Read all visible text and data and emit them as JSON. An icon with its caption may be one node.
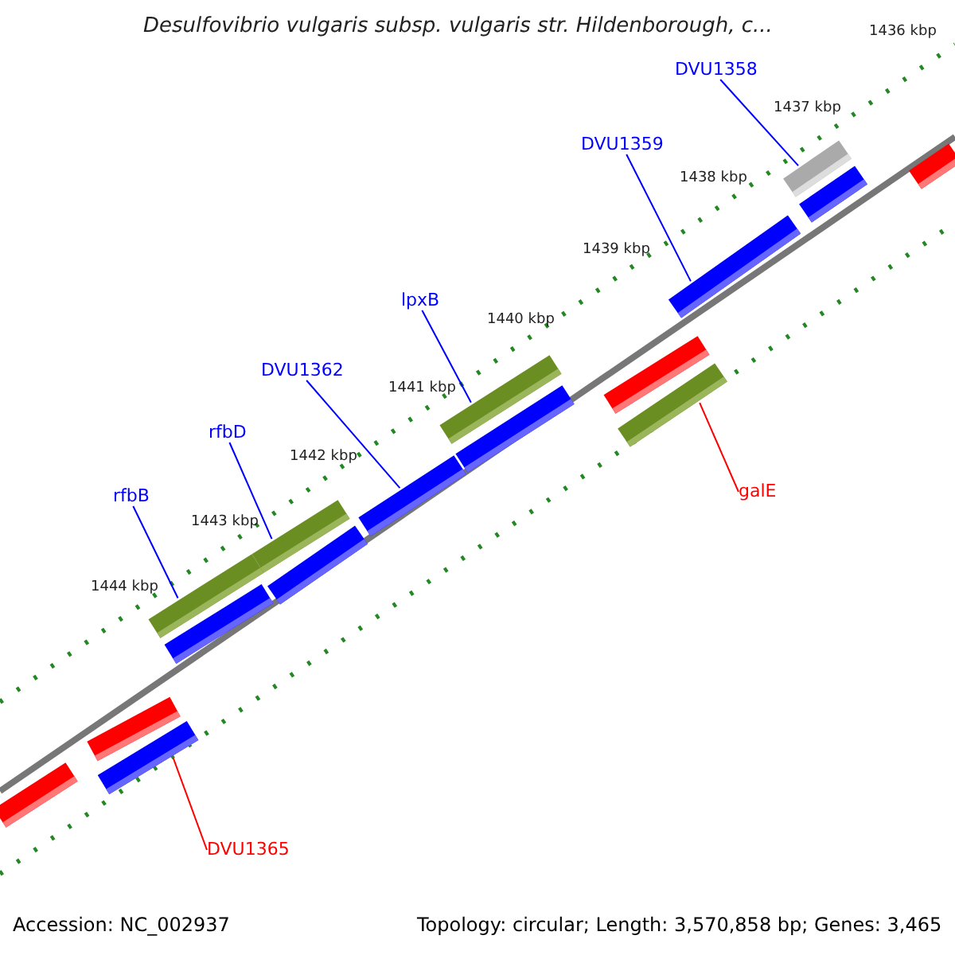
{
  "diagram": {
    "title": "Desulfovibrio vulgaris subsp. vulgaris str. Hildenborough, c...",
    "nodes": [
      {
        "text": [
          "DVU1358"
        ]
      },
      {
        "text": [],
        "shape": "bar"
      },
      {
        "text": [
          "DVU1359"
        ]
      },
      {
        "text": [],
        "shape": "bar"
      },
      {
        "text": [
          "lpxB"
        ]
      },
      {
        "text": [],
        "shape": "bar"
      },
      {
        "text": [
          "DVU1362"
        ]
      },
      {
        "text": [],
        "shape": "bar"
      },
      {
        "text": [
          "rfbD"
        ]
      },
      {
        "text": [],
        "shape": "bar"
      },
      {
        "text": [
          "galE"
        ]
      },
      {
        "text": [],
        "shape": "bar"
      },
      {
        "text": [
          "rfbB"
        ]
      },
      {
        "text": [],
        "shape": "bar"
      },
      {
        "text": [
          "DVU1365"
        ]
      },
      {
        "text": [],
        "shape": "bar"
      }
    ],
    "edges": [
      {
        "from": 0,
        "to": 1,
        "arrow": "none"
      },
      {
        "from": 2,
        "to": 3,
        "arrow": "none"
      },
      {
        "from": 4,
        "to": 5,
        "arrow": "none"
      },
      {
        "from": 6,
        "to": 7,
        "arrow": "none"
      },
      {
        "from": 8,
        "to": 9,
        "arrow": "none"
      },
      {
        "from": 10,
        "to": 11,
        "arrow": "none",
        "color": "#ff0000"
      },
      {
        "from": 12,
        "to": 13,
        "arrow": "none"
      },
      {
        "from": 14,
        "to": 15,
        "arrow": "none",
        "color": "#ff0000"
      }
    ],
    "labels": [
      "1436 kbp",
      "1437 kbp",
      "1438 kbp",
      "1439 kbp",
      "1440 kbp",
      "1441 kbp",
      "1442 kbp",
      "1443 kbp",
      "1444 kbp",
      "Accession: NC_002937",
      "Topology: circular; Length: 3,570,858 bp; Genes: 3,465"
    ]
  }
}
